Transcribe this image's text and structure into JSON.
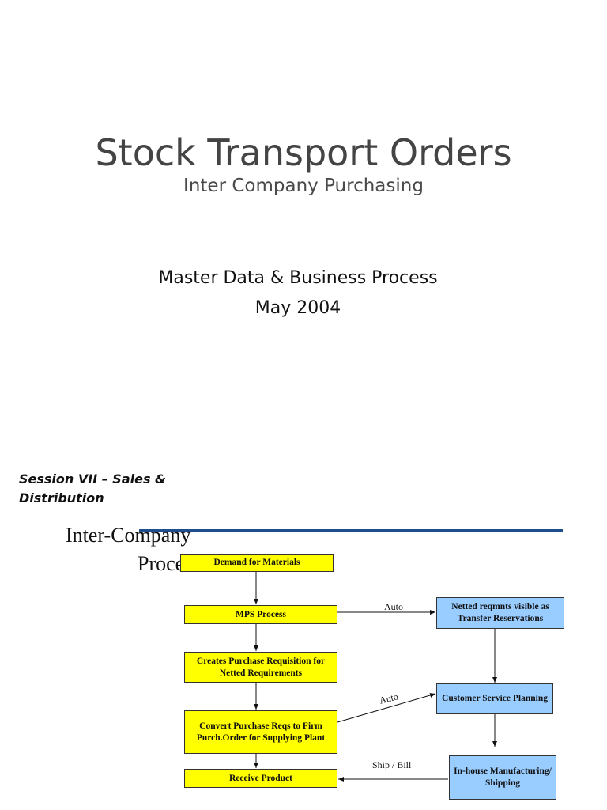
{
  "cover": {
    "title": "Stock Transport Orders",
    "subtitle": "Inter Company Purchasing",
    "line1": "Master Data & Business Process",
    "line2": "May 2004"
  },
  "slide": {
    "session": "Session VII – Sales & Distribution",
    "title_line1": "Inter-Company",
    "title_line2": "Process"
  },
  "flow": {
    "boxes": {
      "demand": "Demand for Materials",
      "mps": "MPS Process",
      "creates_pr": "Creates Purchase Requisition for Netted Requirements",
      "convert": "Convert Purchase Reqs to Firm Purch.Order for Supplying Plant",
      "receive": "Receive Product",
      "netted": "Netted reqmnts visible as Transfer Reservations",
      "csp": "Customer Service Planning",
      "inhouse": "In-house Manufacturing/ Shipping"
    },
    "labels": {
      "auto_1": "Auto",
      "auto_2": "Auto",
      "ship_bill": "Ship / Bill"
    },
    "colors": {
      "yellow_box": "#ffff00",
      "blue_box": "#99ccff",
      "rule": "#1f4e8c"
    }
  }
}
